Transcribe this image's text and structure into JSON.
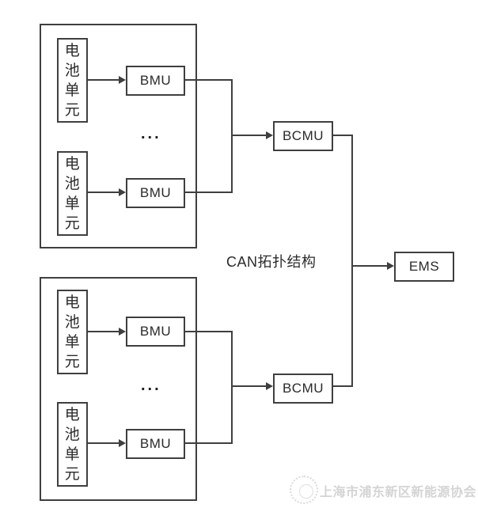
{
  "diagram": {
    "caption": "CAN拓扑结构",
    "clusters": [
      {
        "battery_units": [
          "电池单元",
          "电池单元"
        ],
        "bmus": [
          "BMU",
          "BMU"
        ],
        "ellipsis": "...",
        "bcmu": "BCMU"
      },
      {
        "battery_units": [
          "电池单元",
          "电池单元"
        ],
        "bmus": [
          "BMU",
          "BMU"
        ],
        "ellipsis": "...",
        "bcmu": "BCMU"
      }
    ],
    "ems": "EMS"
  },
  "watermark": {
    "logo": "association-emblem",
    "text": "上海市浦东新区新能源协会"
  },
  "colors": {
    "line": "#3f3f3f",
    "text": "#2b2b2b",
    "watermark": "#d4d4d4",
    "background": "#ffffff"
  }
}
